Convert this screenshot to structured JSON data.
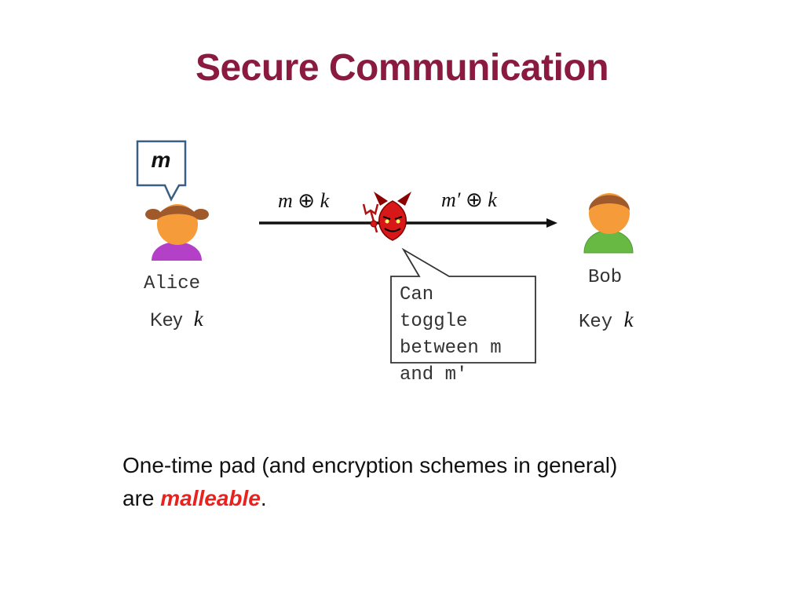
{
  "title": "Secure Communication",
  "colors": {
    "title": "#8a1a40",
    "accent": "#e8221e",
    "alice_body": "#b540c8",
    "bob_body": "#67b944",
    "head": "#f59b3a",
    "hair": "#a0592a",
    "bubble_border": "#3b5f82"
  },
  "alice": {
    "speech": "m",
    "name": "Alice",
    "key_prefix": "Key",
    "key_var": "k"
  },
  "bob": {
    "name": "Bob",
    "key_prefix": "Key",
    "key_var": "k"
  },
  "channel": {
    "left": {
      "msg": "m",
      "op": "⊕",
      "key": "k"
    },
    "right": {
      "msg": "m′",
      "op": "⊕",
      "key": "k"
    }
  },
  "adversary": {
    "icon": "devil-icon",
    "callout": [
      "Can",
      "toggle",
      "between m",
      "and m′"
    ]
  },
  "footer": {
    "line1": "One-time pad (and encryption schemes in general)",
    "line2_prefix": "are ",
    "emphasis": "malleable",
    "line2_suffix": "."
  }
}
